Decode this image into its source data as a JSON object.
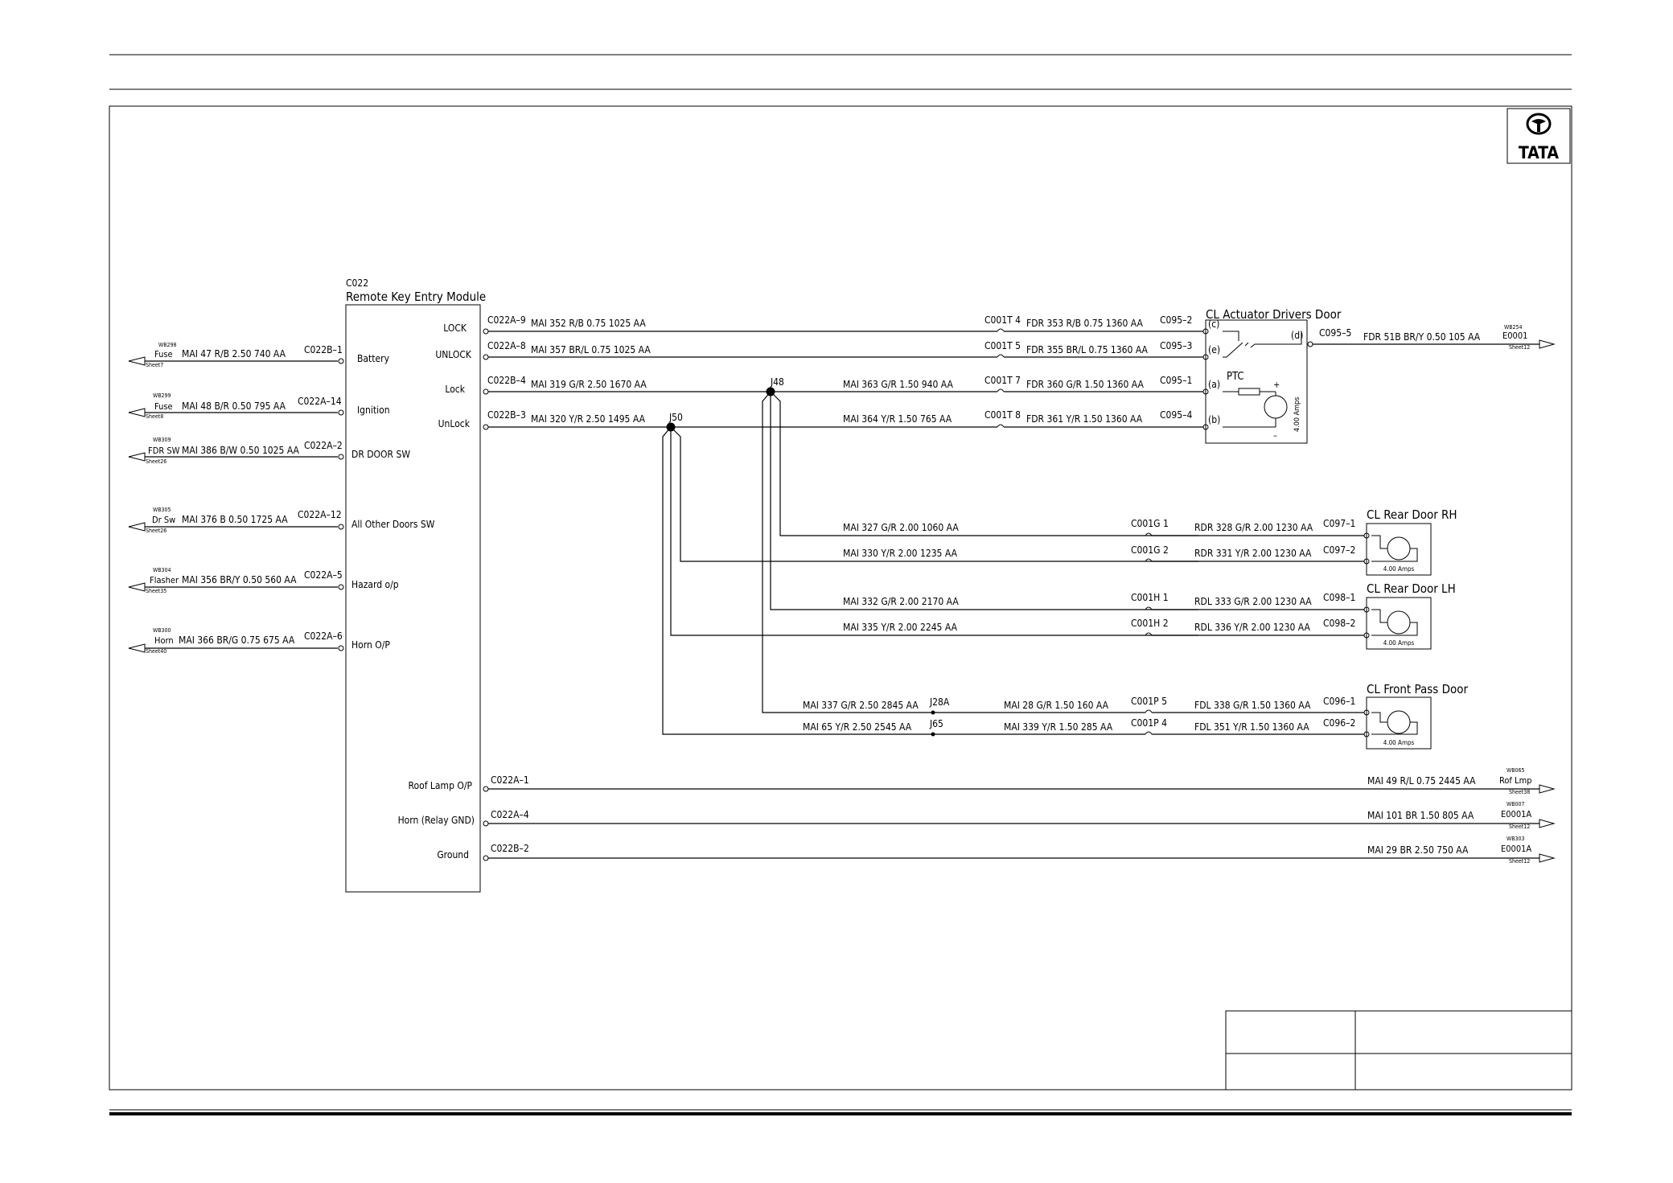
{
  "logo": {
    "text": "TATA"
  },
  "module": {
    "id": "C022",
    "name": "Remote Key Entry Module",
    "left_pins": [
      "Battery",
      "Ignition",
      "DR DOOR SW",
      "All Other Doors SW",
      "Hazard o/p",
      "Horn O/P"
    ],
    "right_pins": [
      "LOCK",
      "UNLOCK",
      "Lock",
      "UnLock"
    ],
    "bottom_pins": [
      "Roof Lamp O/P",
      "Horn (Relay GND)",
      "Ground"
    ]
  },
  "left_wires": [
    {
      "ref": "WB298",
      "dest": "Fuse",
      "sheet": "Sheet7",
      "wire": "MAI  47  R/B  2.50  740  AA",
      "conn": "C022B–1"
    },
    {
      "ref": "WB299",
      "dest": "Fuse",
      "sheet": "Sheet8",
      "wire": "MAI  48  B/R  0.50  795  AA",
      "conn": "C022A–14"
    },
    {
      "ref": "WB309",
      "dest": "FDR SW",
      "sheet": "Sheet26",
      "wire": "MAI  386  B/W  0.50  1025  AA",
      "conn": "C022A–2"
    },
    {
      "ref": "WB305",
      "dest": "Dr Sw",
      "sheet": "Sheet26",
      "wire": "MAI  376  B  0.50  1725  AA",
      "conn": "C022A–12"
    },
    {
      "ref": "WB304",
      "dest": "Flasher",
      "sheet": "Sheet35",
      "wire": "MAI  356  BR/Y  0.50  560  AA",
      "conn": "C022A–5"
    },
    {
      "ref": "WB300",
      "dest": "Horn",
      "sheet": "Sheet40",
      "wire": "MAI  366  BR/G  0.75  675  AA",
      "conn": "C022A–6"
    }
  ],
  "top_wires": [
    {
      "conn": "C022A–9",
      "wire": "MAI  352  R/B  0.75  1025  AA",
      "inline": "C001T  4",
      "fdr": "FDR  353  R/B  0.75  1360  AA",
      "dest": "C095–2"
    },
    {
      "conn": "C022A–8",
      "wire": "MAI  357  BR/L  0.75  1025  AA",
      "inline": "C001T  5",
      "fdr": "FDR  355  BR/L  0.75  1360  AA",
      "dest": "C095–3"
    },
    {
      "conn": "C022B–4",
      "wire": "MAI  319  G/R  2.50  1670  AA",
      "mid": "MAI   363  G/R  1.50  940  AA",
      "inline": "C001T  7",
      "fdr": "FDR  360  G/R  1.50  1360  AA",
      "dest": "C095–1"
    },
    {
      "conn": "C022B–3",
      "wire": "MAI  320  Y/R  2.50  1495  AA",
      "mid": "MAI   364  Y/R  1.50  765  AA",
      "inline": "C001T  8",
      "fdr": "FDR  361  Y/R  1.50  1360  AA",
      "dest": "C095–4"
    }
  ],
  "splices": {
    "j48": "J48",
    "j50": "J50",
    "j28a": "J28A",
    "j65": "J65"
  },
  "actuator_drivers": {
    "title": "CL  Actuator  Drivers  Door",
    "pins": [
      "(c)",
      "(e)",
      "(a)",
      "(b)",
      "(d)"
    ],
    "ptc": "PTC",
    "plus": "+",
    "minus": "–",
    "amps": "4.00 Amps",
    "out_conn": "C095–5",
    "out_wire": "FDR  51B  BR/Y  0.50  105  AA",
    "out_ref": "WB254",
    "out_dest": "E0001",
    "out_sheet": "Sheet12"
  },
  "rear_rh": {
    "title": "CL  Rear  Door  RH",
    "amps": "4.00 Amps",
    "rows": [
      {
        "mai": "MAI  327  G/R  2.00  1060  AA",
        "inline": "C001G  1",
        "door": "RDR   328  G/R  2.00  1230  AA",
        "dest": "C097–1"
      },
      {
        "mai": "MAI  330  Y/R  2.00  1235  AA",
        "inline": "C001G  2",
        "door": "RDR   331  Y/R  2.00  1230  AA",
        "dest": "C097–2"
      }
    ]
  },
  "rear_lh": {
    "title": "CL  Rear  Door  LH",
    "amps": "4.00 Amps",
    "rows": [
      {
        "mai": "MAI  332  G/R  2.00  2170  AA",
        "inline": "C001H  1",
        "door": "RDL   333  G/R  2.00  1230  AA",
        "dest": "C098–1"
      },
      {
        "mai": "MAI  335  Y/R  2.00  2245  AA",
        "inline": "C001H  2",
        "door": "RDL   336  Y/R  2.00  1230  AA",
        "dest": "C098–2"
      }
    ]
  },
  "front_pass": {
    "title": "CL  Front  Pass  Door",
    "amps": "4.00 Amps",
    "rows": [
      {
        "mai1": "MAI   337  G/R  2.50  2845  AA",
        "mai2": "MAI    28  G/R  1.50  160  AA",
        "inline": "C001P  5",
        "door": "FDL   338  G/R  1.50  1360  AA",
        "dest": "C096–1"
      },
      {
        "mai1": "MAI    65  Y/R  2.50  2545  AA",
        "mai2": "MAI  339  Y/R  1.50  285  AA",
        "inline": "C001P  4",
        "door": "FDL   351  Y/R  1.50  1360  AA",
        "dest": "C096–2"
      }
    ]
  },
  "bottom_wires": [
    {
      "conn": "C022A–1",
      "wire": "MAI  49  R/L  0.75  2445  AA",
      "ref": "WB065",
      "dest": "Rof  Lmp",
      "sheet": "Sheet38"
    },
    {
      "conn": "C022A–4",
      "wire": "MAI  101  BR  1.50  805  AA",
      "ref": "WB007",
      "dest": "E0001A",
      "sheet": "Sheet12"
    },
    {
      "conn": "C022B–2",
      "wire": "MAI  29  BR  2.50  750  AA",
      "ref": "WB303",
      "dest": "E0001A",
      "sheet": "Sheet12"
    }
  ]
}
